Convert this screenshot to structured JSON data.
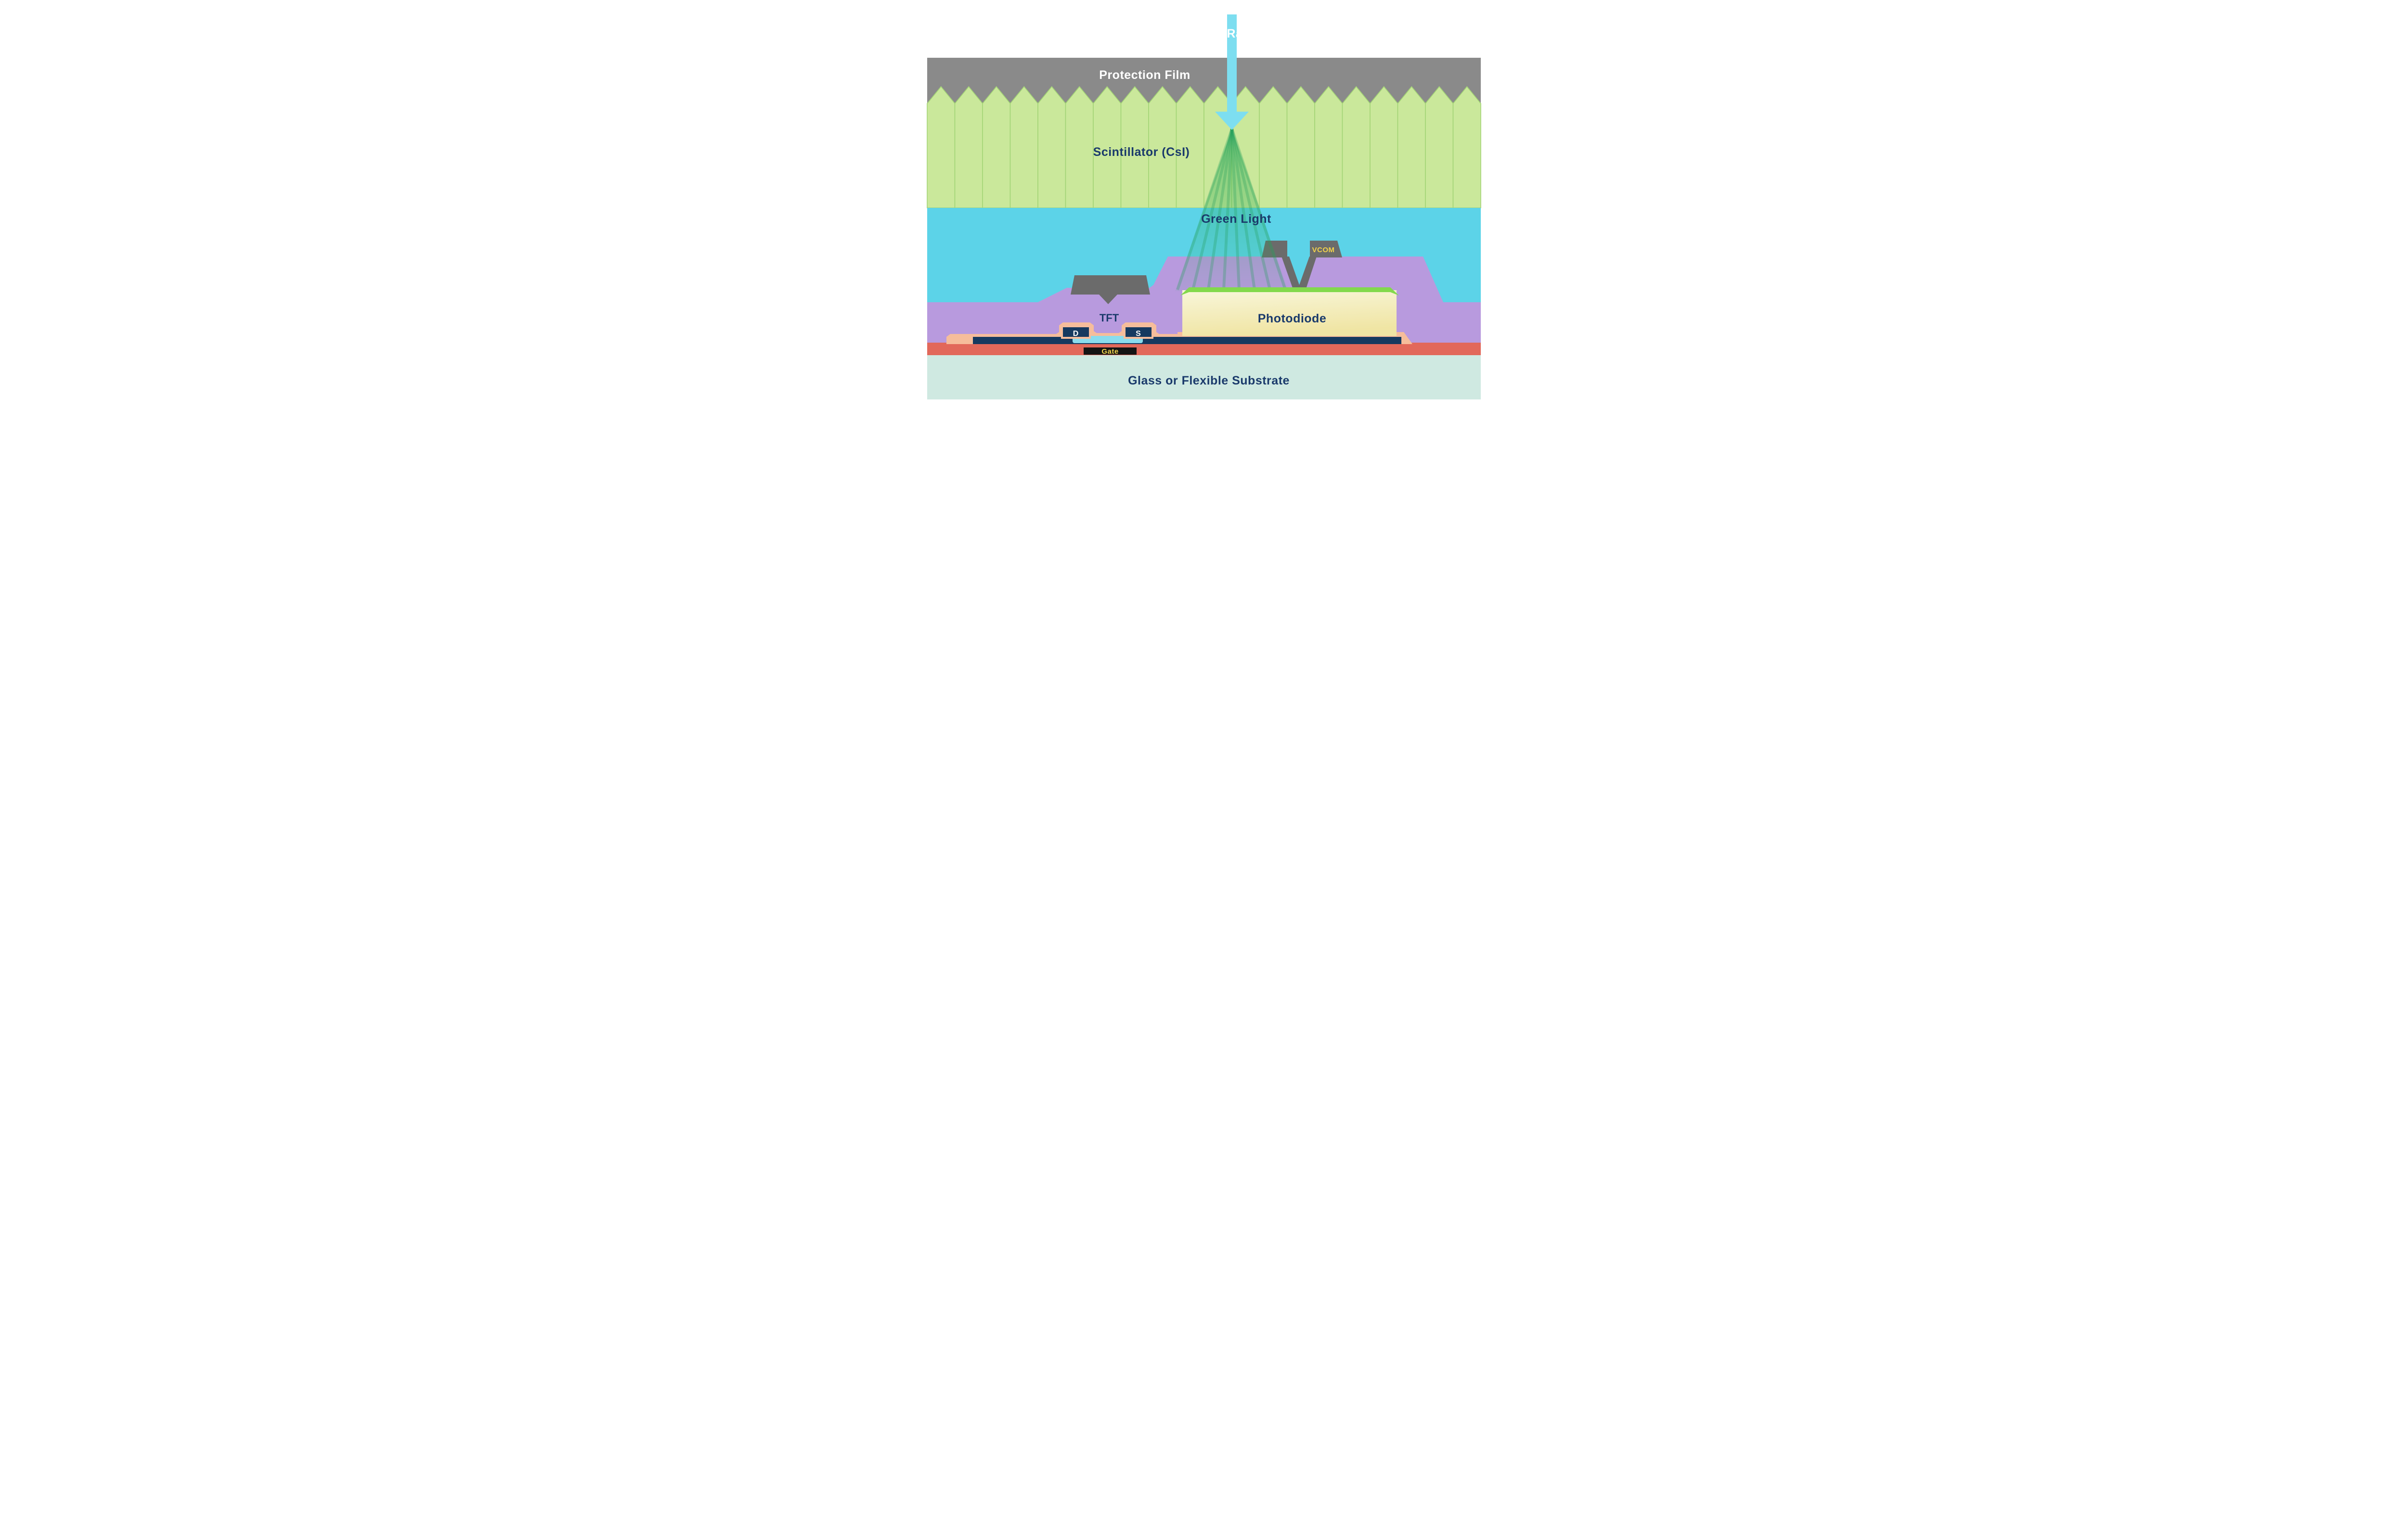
{
  "diagram": {
    "type": "x-ray flat panel detector cross-section",
    "labels": {
      "xray": "X-Ray",
      "protection_film": "Protection Film",
      "scintillator": "Scintillator (CsI)",
      "green_light": "Green Light",
      "vcom": "VCOM",
      "photodiode": "Photodiode",
      "tft": "TFT",
      "drain": "D",
      "source": "S",
      "gate": "Gate",
      "substrate": "Glass or Flexible Substrate"
    },
    "colors": {
      "protection_film": "#8a8a8a",
      "scintillator": "#cae89b",
      "scintillator_line": "#a3d476",
      "light_region": "#5cd3e8",
      "xray_arrow": "#7ddef0",
      "green_ray": "#23a05c",
      "passivation_purple": "#b89ade",
      "electrode_gray": "#6b6b6b",
      "photodiode_cap_green": "#82d94c",
      "metal_navy": "#16395f",
      "channel_cyan": "#8adcee",
      "contact_salmon": "#f6bd9b",
      "gate_black": "#141414",
      "gate_line_red": "#e2685a",
      "substrate_teal": "#cfe9e1",
      "label_navy": "#1a3a6b",
      "label_yellow": "#f2d24b",
      "label_white": "#ffffff"
    }
  }
}
